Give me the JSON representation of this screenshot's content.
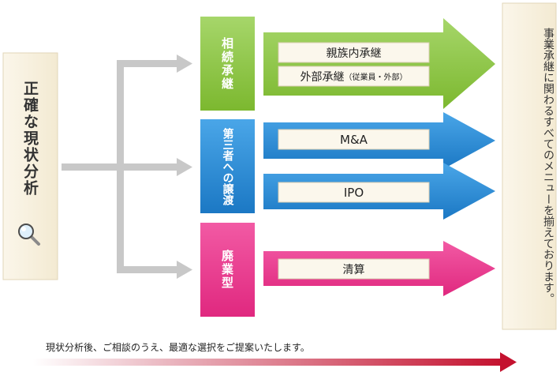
{
  "analysis": {
    "title": "正確な現状分析",
    "icon": "magnifier-icon"
  },
  "categories": [
    {
      "label": "相続承継",
      "color": "#8dc63f"
    },
    {
      "label": "第三者への譲渡",
      "color": "#2b8fd8"
    },
    {
      "label": "廃業型",
      "color": "#e6338a"
    }
  ],
  "options": {
    "family_succession": "親族内承継",
    "external_succession": "外部承継",
    "external_note": "（従業員・外部）",
    "ma": "M&A",
    "ipo": "IPO",
    "liquidation": "清算"
  },
  "summary": "事業承継に関わるすべてのメニューを揃えております。",
  "footer": "現状分析後、ご相談のうえ、最適な選択をご提案いたします。",
  "colors": {
    "green": "#7ab82e",
    "blue": "#1a78c2",
    "pink": "#e6338a",
    "connector": "#c8c8c8",
    "footer_arrow": "#c4122f",
    "panel": "#f8f2e4"
  }
}
